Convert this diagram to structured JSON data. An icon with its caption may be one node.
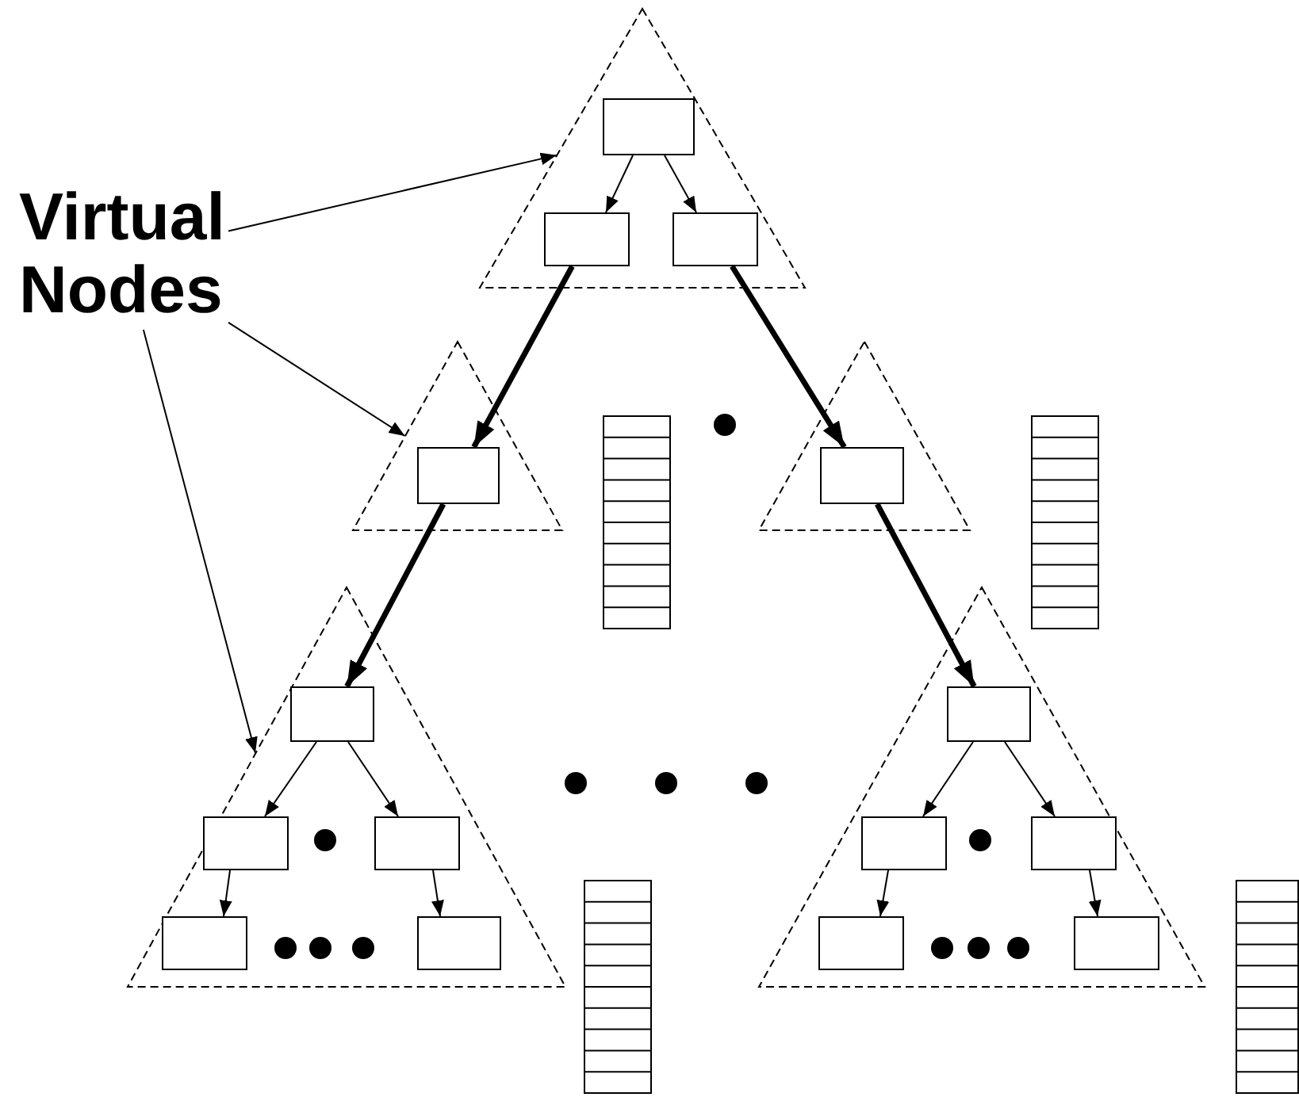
{
  "diagram": {
    "nodes": [
      {
        "text": [
          "Virtual Nodes"
        ]
      },
      {
        "text": [],
        "shape": "triangle"
      },
      {
        "text": [],
        "shape": "box",
        "in": 1
      },
      {
        "text": [],
        "shape": "box",
        "in": 1
      },
      {
        "text": [],
        "shape": "box",
        "in": 1
      },
      {
        "text": [],
        "shape": "triangle"
      },
      {
        "text": [],
        "shape": "box",
        "in": 5
      },
      {
        "text": [],
        "shape": "stack"
      },
      {
        "text": [],
        "shape": "triangle"
      },
      {
        "text": [],
        "shape": "box",
        "in": 8
      },
      {
        "text": [],
        "shape": "stack"
      },
      {
        "text": [],
        "shape": "triangle"
      },
      {
        "text": [],
        "shape": "box",
        "in": 11
      },
      {
        "text": [],
        "shape": "box",
        "in": 11
      },
      {
        "text": [],
        "shape": "box",
        "in": 11
      },
      {
        "text": [],
        "shape": "box",
        "in": 11
      },
      {
        "text": [],
        "shape": "box",
        "in": 11
      },
      {
        "text": [],
        "shape": "triangle"
      },
      {
        "text": [],
        "shape": "box",
        "in": 17
      },
      {
        "text": [],
        "shape": "box",
        "in": 17
      },
      {
        "text": [],
        "shape": "box",
        "in": 17
      },
      {
        "text": [],
        "shape": "box",
        "in": 17
      },
      {
        "text": [],
        "shape": "box",
        "in": 17
      },
      {
        "text": [],
        "shape": "stack"
      },
      {
        "text": [],
        "shape": "stack"
      }
    ],
    "edges": [
      {
        "from": 0,
        "to": 1,
        "arrow": "to"
      },
      {
        "from": 0,
        "to": 5,
        "arrow": "to"
      },
      {
        "from": 0,
        "to": 11,
        "arrow": "to"
      },
      {
        "from": 2,
        "to": 3,
        "arrow": "to"
      },
      {
        "from": 2,
        "to": 4,
        "arrow": "to"
      },
      {
        "from": 3,
        "to": 6,
        "arrow": "to",
        "style": "thick"
      },
      {
        "from": 4,
        "to": 9,
        "arrow": "to",
        "style": "thick"
      },
      {
        "from": 6,
        "to": 12,
        "arrow": "to",
        "style": "thick"
      },
      {
        "from": 9,
        "to": 18,
        "arrow": "to",
        "style": "thick"
      },
      {
        "from": 12,
        "to": 13,
        "arrow": "to"
      },
      {
        "from": 12,
        "to": 14,
        "arrow": "to"
      },
      {
        "from": 13,
        "to": 15,
        "arrow": "to"
      },
      {
        "from": 14,
        "to": 16,
        "arrow": "to"
      },
      {
        "from": 18,
        "to": 19,
        "arrow": "to"
      },
      {
        "from": 18,
        "to": 20,
        "arrow": "to"
      },
      {
        "from": 19,
        "to": 21,
        "arrow": "to"
      },
      {
        "from": 20,
        "to": 22,
        "arrow": "to"
      }
    ]
  }
}
